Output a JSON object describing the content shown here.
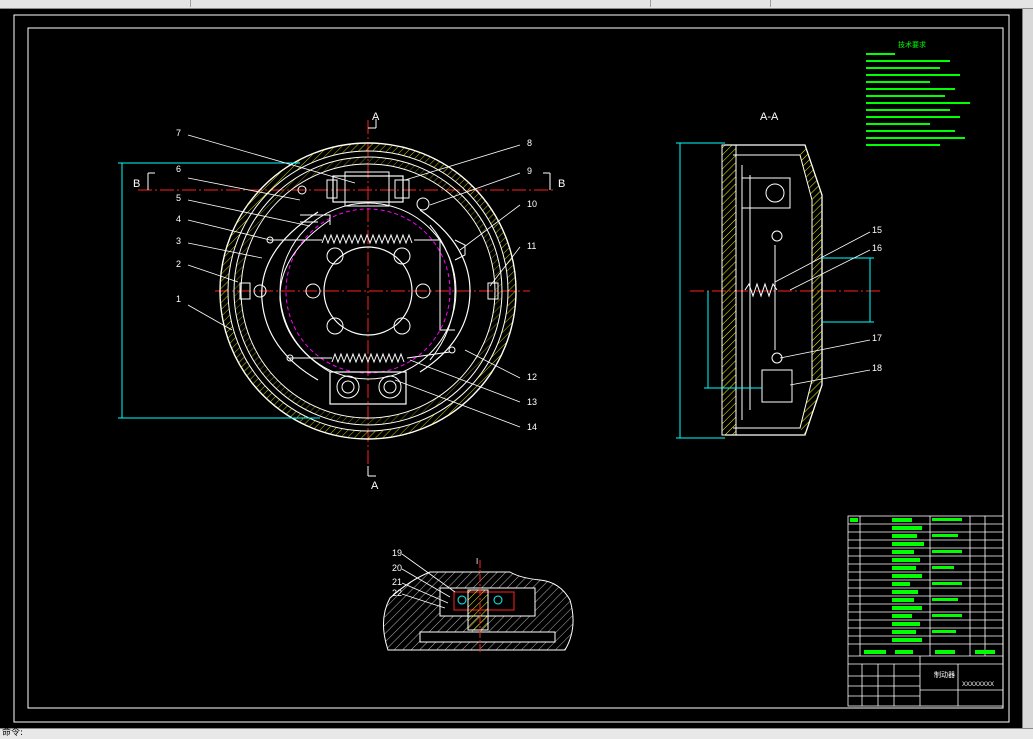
{
  "command_line": {
    "prompt": "命令:"
  },
  "labels": {
    "section_a_top": "A",
    "section_a_bottom": "A",
    "section_b_left": "B",
    "section_b_right": "B",
    "section_view_title": "A-A",
    "detail_title": "I",
    "notes_title": "技术要求",
    "part_numbers_front": [
      "1",
      "2",
      "3",
      "4",
      "5",
      "6",
      "7",
      "8",
      "9",
      "10",
      "11",
      "12",
      "13",
      "14"
    ],
    "part_numbers_section": [
      "15",
      "16",
      "17",
      "18"
    ],
    "part_numbers_detail": [
      "19",
      "20",
      "21",
      "22"
    ]
  },
  "title_block": {
    "drawing_name": "制动器",
    "school": "XXXXXXXX"
  },
  "colors": {
    "background": "#000000",
    "outline": "#ffffff",
    "center": "#ff2020",
    "leader": "#00ffff",
    "dimension": "#00ffff",
    "hatch": "#ffff00",
    "text": "#00ff00",
    "hidden": "#ff00ff"
  }
}
